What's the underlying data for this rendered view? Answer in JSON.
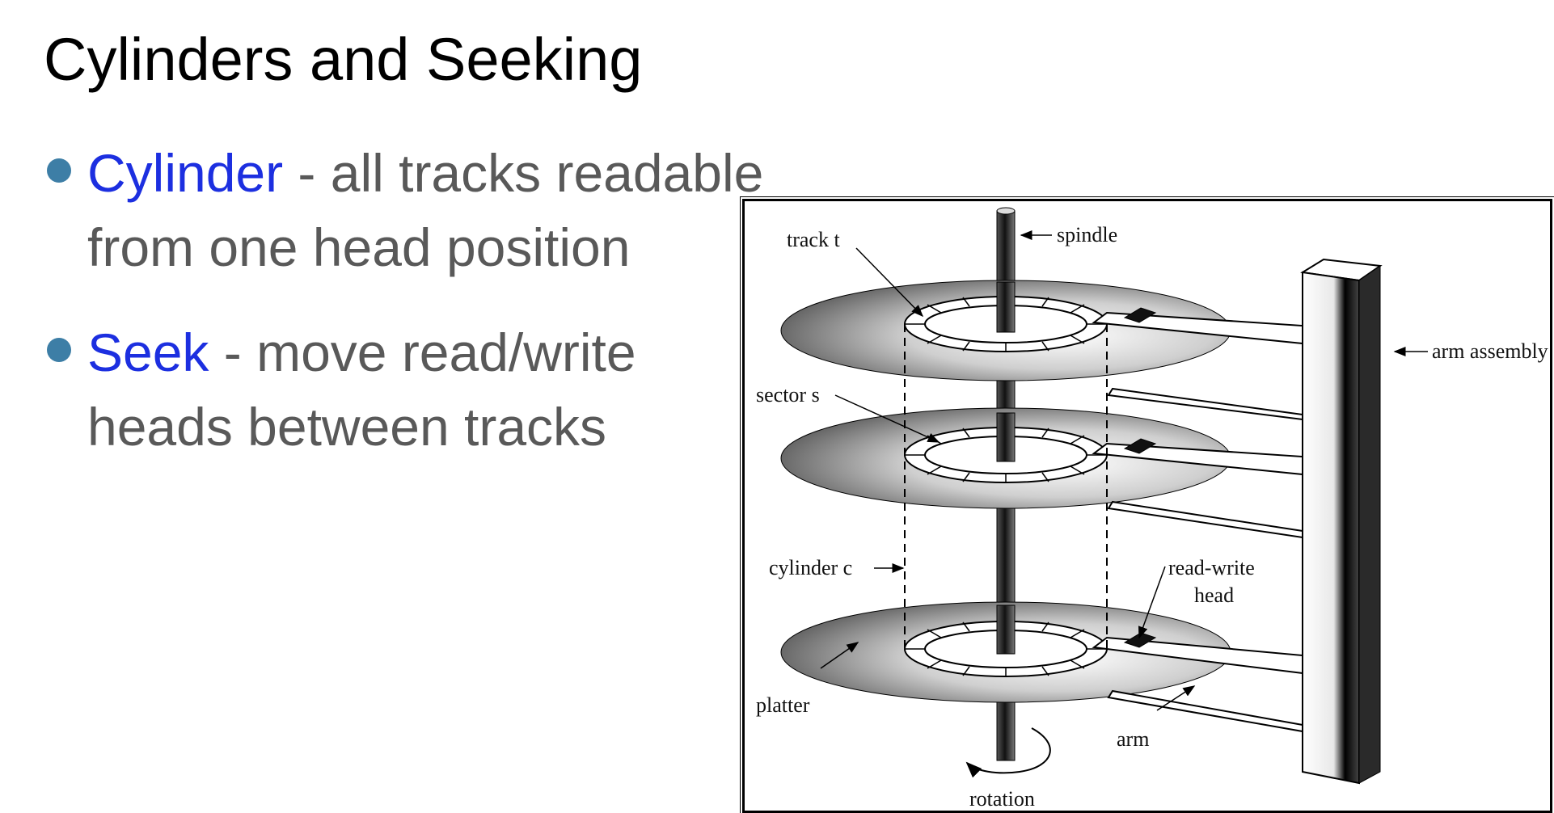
{
  "slide": {
    "title": "Cylinders and Seeking",
    "bullets": [
      {
        "term": "Cylinder",
        "text": " - all tracks readable from one head position"
      },
      {
        "term": "Seek",
        "text": " - move read/write heads between tracks"
      }
    ]
  },
  "diagram": {
    "labels": {
      "spindle": "spindle",
      "track": "track t",
      "arm_assembly": "arm assembly",
      "sector": "sector s",
      "cylinder": "cylinder c",
      "read_write_head_line1": "read-write",
      "read_write_head_line2": "head",
      "platter": "platter",
      "arm": "arm",
      "rotation": "rotation"
    }
  },
  "colors": {
    "title": "#000000",
    "term": "#1c2fe0",
    "body_text": "#595959",
    "bullet_dot": "#3d7ea6"
  }
}
